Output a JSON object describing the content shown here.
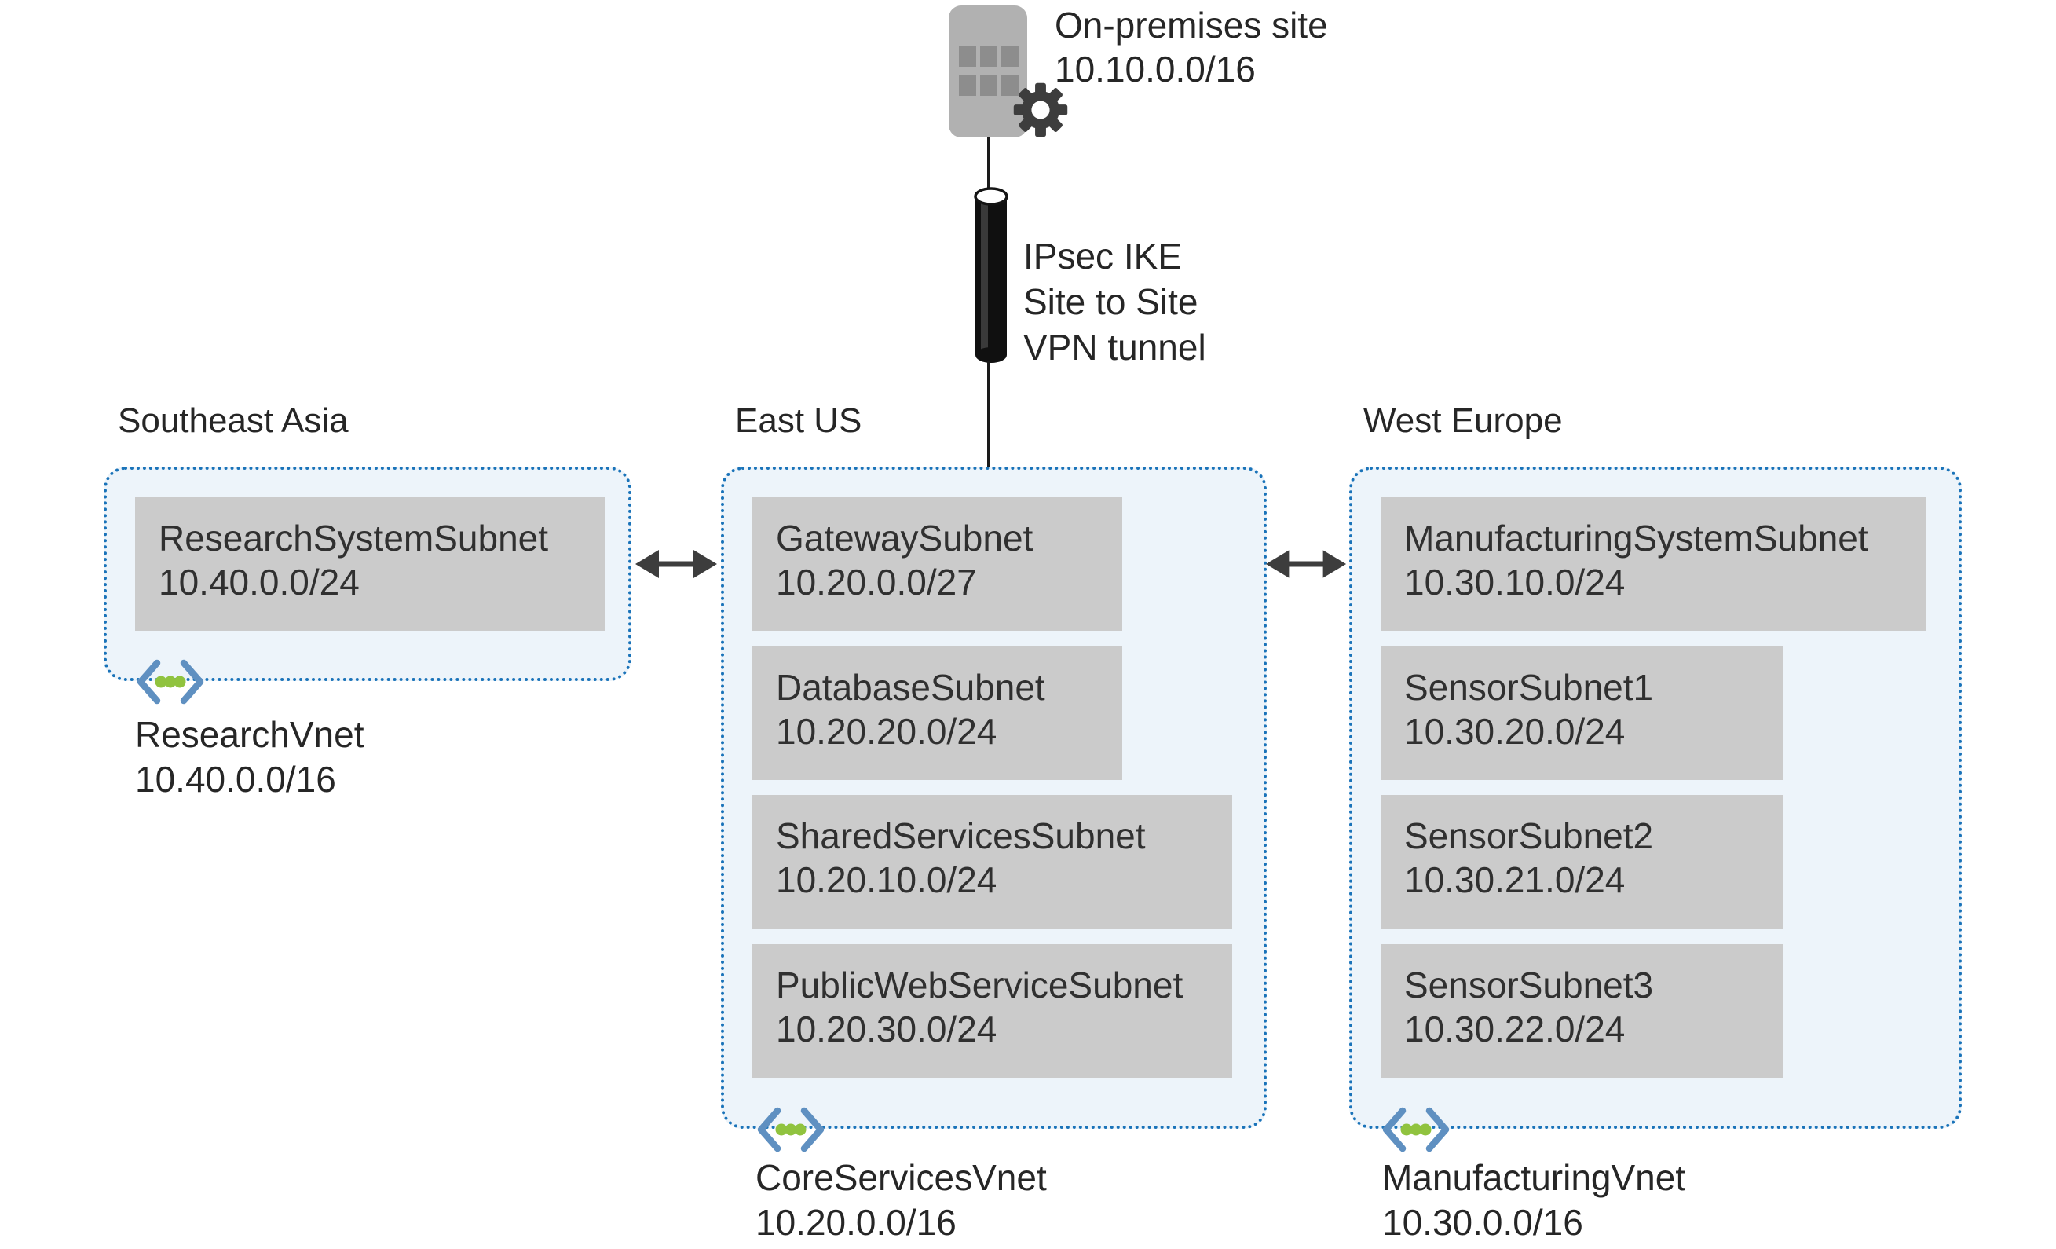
{
  "diagram": {
    "on_premises": {
      "name": "On-premises site",
      "cidr": "10.10.0.0/16"
    },
    "vpn_tunnel": {
      "lines": [
        "IPsec IKE",
        "Site to Site",
        "VPN tunnel"
      ]
    },
    "vnets": [
      {
        "region": "Southeast Asia",
        "name": "ResearchVnet",
        "cidr": "10.40.0.0/16",
        "subnets": [
          {
            "name": "ResearchSystemSubnet",
            "cidr": "10.40.0.0/24"
          }
        ]
      },
      {
        "region": "East US",
        "name": "CoreServicesVnet",
        "cidr": "10.20.0.0/16",
        "subnets": [
          {
            "name": "GatewaySubnet",
            "cidr": "10.20.0.0/27"
          },
          {
            "name": "DatabaseSubnet",
            "cidr": "10.20.20.0/24"
          },
          {
            "name": "SharedServicesSubnet",
            "cidr": "10.20.10.0/24"
          },
          {
            "name": "PublicWebServiceSubnet",
            "cidr": "10.20.30.0/24"
          }
        ]
      },
      {
        "region": "West Europe",
        "name": "ManufacturingVnet",
        "cidr": "10.30.0.0/16",
        "subnets": [
          {
            "name": "ManufacturingSystemSubnet",
            "cidr": "10.30.10.0/24"
          },
          {
            "name": "SensorSubnet1",
            "cidr": "10.30.20.0/24"
          },
          {
            "name": "SensorSubnet2",
            "cidr": "10.30.21.0/24"
          },
          {
            "name": "SensorSubnet3",
            "cidr": "10.30.22.0/24"
          }
        ]
      }
    ]
  },
  "colors": {
    "text_dark": "#262626",
    "border_blue": "#1a73b9",
    "vnet_fill": "#edf4fa",
    "subnet_gray": "#cbcbcb",
    "subnet_text": "#303030",
    "dark_gray": "#3d3d3d",
    "building_gray": "#b1b1b1",
    "window_gray": "#8d8d8d",
    "bracket_blue": "#5f90c1",
    "dot_green": "#90c33f",
    "line_black": "#1a1a1a"
  }
}
